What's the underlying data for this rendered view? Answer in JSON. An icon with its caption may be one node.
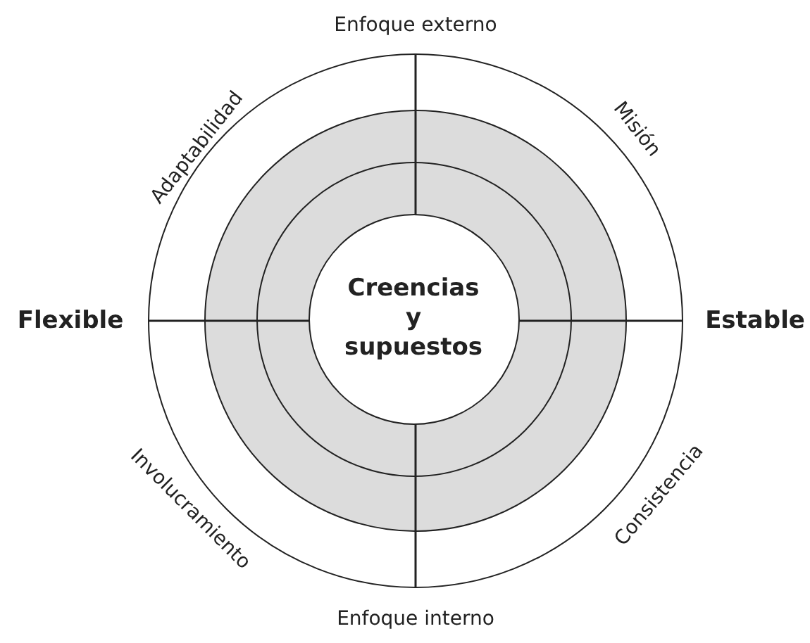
{
  "diagram": {
    "nodes": [
      {
        "text": [],
        "shape": "circle"
      },
      {
        "text": [],
        "shape": "circle",
        "in": 0
      },
      {
        "text": [],
        "shape": "circle",
        "in": 1
      },
      {
        "text": [
          "Creencias y supuestos"
        ],
        "in": 2
      }
    ],
    "labels": [
      "Enfoque externo",
      "Adaptabilidad",
      "Misión",
      "Flexible",
      "Estable",
      "Involucramiento",
      "Consistencia",
      "Enfoque interno"
    ]
  }
}
